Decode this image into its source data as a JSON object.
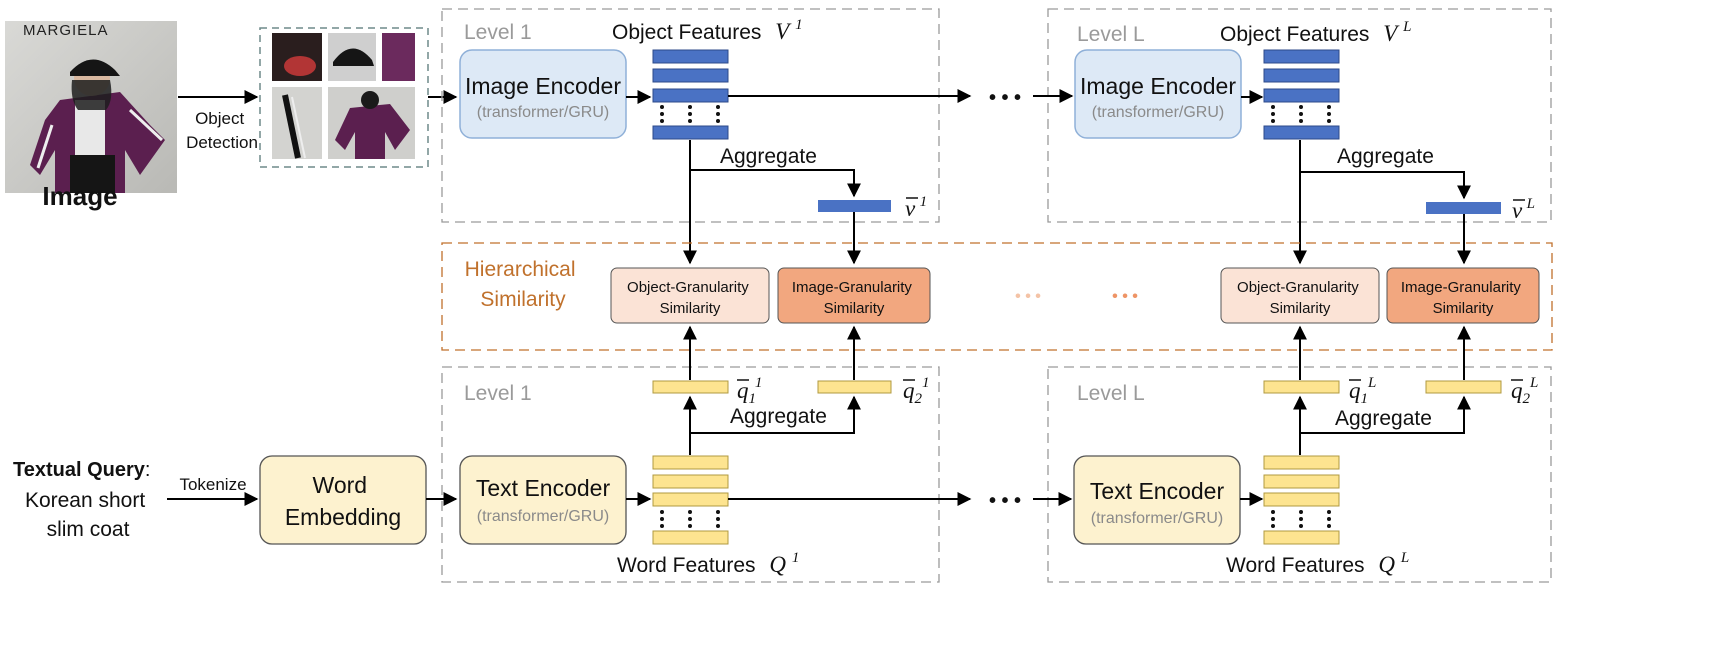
{
  "image_label": "Image",
  "photo_brand_text": "MARGIELA",
  "object_detection": "Object\nDetection",
  "level_first": "Level 1",
  "level_last": "Level L",
  "object_features_label": "Object Features",
  "object_features_symbol": "V",
  "word_features_label": "Word Features",
  "word_features_symbol": "Q",
  "sup_first": "1",
  "sup_last": "L",
  "image_encoder": "Image Encoder",
  "text_encoder": "Text Encoder",
  "encoder_sub": "(transformer/GRU)",
  "aggregate": "Aggregate",
  "v_bar": "v",
  "q1_bar": "q",
  "q1_sub": "1",
  "q2_sub": "2",
  "hierarchical_similarity": "Hierarchical\nSimilarity",
  "object_granularity": "Object-Granularity\nSimilarity",
  "image_granularity": "Image-Granularity\nSimilarity",
  "textual_query_label": "Textual Query",
  "textual_query_colon": ":",
  "query_text": "Korean short\nslim coat",
  "tokenize": "Tokenize",
  "word_embedding": "Word\nEmbedding",
  "ellipsis": "• • •",
  "colors": {
    "blue_feature": "#4a72c4",
    "yellow_feature": "#fde490",
    "encoder_blue_fill": "#dde9f6",
    "encoder_blue_stroke": "#8fb0d8",
    "encoder_yellow_fill": "#fdf2cf",
    "obj_sim_fill": "#fbe3d6",
    "img_sim_fill": "#f2a77f",
    "hier_border": "#c0712c",
    "dash_gray": "#999999"
  }
}
